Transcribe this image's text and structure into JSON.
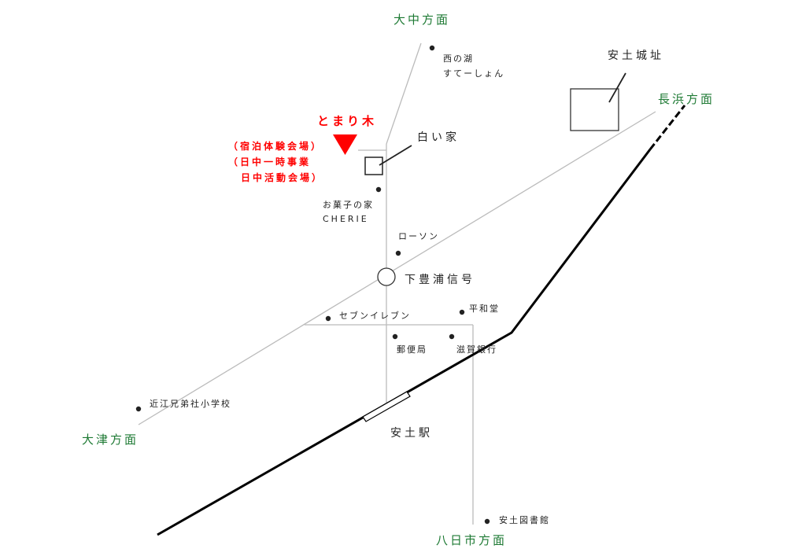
{
  "colors": {
    "direction": "#1e7a34",
    "highlight": "#ff0000",
    "road": "#bbbbbb",
    "rail": "#000000",
    "text": "#222222"
  },
  "directions": {
    "north": "大中方面",
    "northeast": "長浜方面",
    "southwest": "大津方面",
    "south": "八日市方面"
  },
  "castle": {
    "label": "安土城址"
  },
  "highlight": {
    "title": "とまり木",
    "line1": "（宿泊体験会場）",
    "line2": "（日中一時事業",
    "line3": "日中活動会場）",
    "icon": "red-triangle-marker"
  },
  "house": {
    "label": "白い家"
  },
  "places": {
    "nishinoko_line1": "西の湖",
    "nishinoko_line2": "すてーしょん",
    "okashi_line1": "お菓子の家",
    "okashi_line2": "CHERIE",
    "lawson": "ローソン",
    "signal": "下豊浦信号",
    "heiwado": "平和堂",
    "seven": "セブンイレブン",
    "post": "郵便局",
    "shiga_bank": "滋賀銀行",
    "school": "近江兄弟社小学校",
    "station": "安土駅",
    "library": "安土図書館"
  }
}
